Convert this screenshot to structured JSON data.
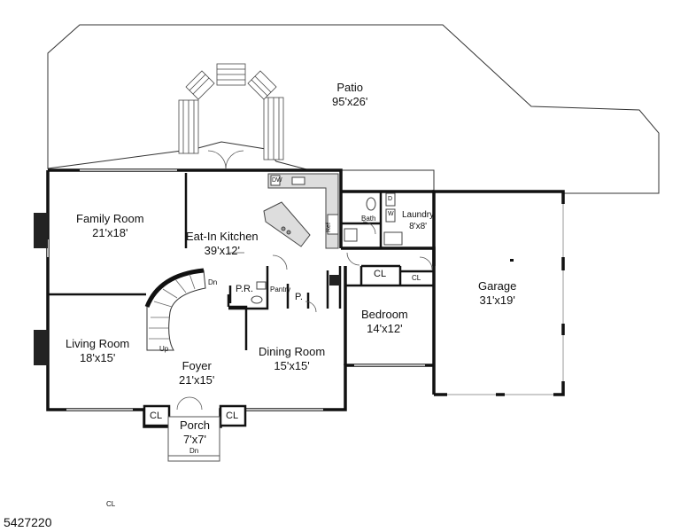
{
  "rooms": {
    "patio": {
      "name": "Patio",
      "dims": "95'x26'"
    },
    "family_room": {
      "name": "Family Room",
      "dims": "21'x18'"
    },
    "kitchen": {
      "name": "Eat-In Kitchen",
      "dims": "39'x12'"
    },
    "living_room": {
      "name": "Living Room",
      "dims": "18'x15'"
    },
    "foyer": {
      "name": "Foyer",
      "dims": "21'x15'"
    },
    "dining_room": {
      "name": "Dining Room",
      "dims": "15'x15'"
    },
    "bedroom": {
      "name": "Bedroom",
      "dims": "14'x12'"
    },
    "garage": {
      "name": "Garage",
      "dims": "31'x19'"
    },
    "laundry": {
      "name": "Laundry",
      "dims": "8'x8'"
    },
    "porch": {
      "name": "Porch",
      "dims": "7'x7'"
    }
  },
  "small_labels": {
    "powder_room": "P.R.",
    "pantry": "Pantry",
    "pantry_closet": "P.",
    "bath": "Bath",
    "ref": "Ref",
    "dw": "DW",
    "washer": "W",
    "dryer": "D",
    "stair_up": "Up",
    "stair_dn": "Dn",
    "porch_dn": "Dn",
    "closet_bedroom": "CL",
    "closet_laundry": "CL",
    "closet_foyer_left": "CL",
    "closet_foyer_right": "CL",
    "closet_stray": "CL"
  },
  "listing_id": "5427220"
}
